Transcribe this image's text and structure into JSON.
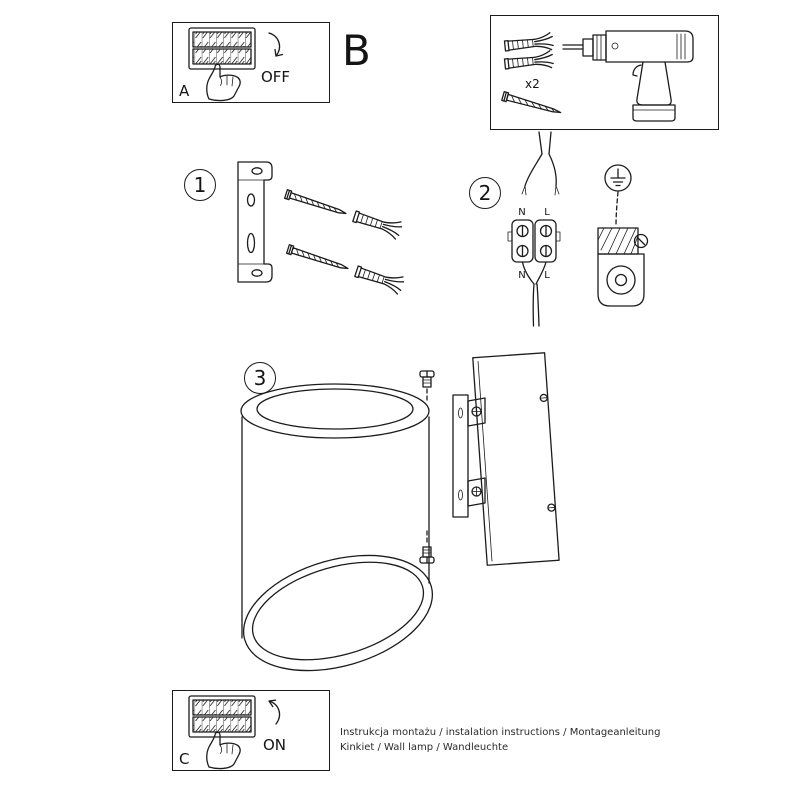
{
  "panels": {
    "a": {
      "label": "A",
      "switch": "OFF"
    },
    "c": {
      "label": "C",
      "switch": "ON"
    }
  },
  "section_b": {
    "label": "B"
  },
  "tools": {
    "plug_count": "x2"
  },
  "steps": {
    "step1": "1",
    "step2": "2",
    "step3": "3"
  },
  "wiring": {
    "n_top": "N",
    "l_top": "L",
    "n_bottom": "N",
    "l_bottom": "L"
  },
  "footer": {
    "line1": "Instrukcja montażu / instalation instructions / Montageanleitung",
    "line2": "Kinkiet / Wall lamp / Wandleuchte"
  },
  "colors": {
    "line": "#1c1c1c",
    "background": "#ffffff"
  }
}
